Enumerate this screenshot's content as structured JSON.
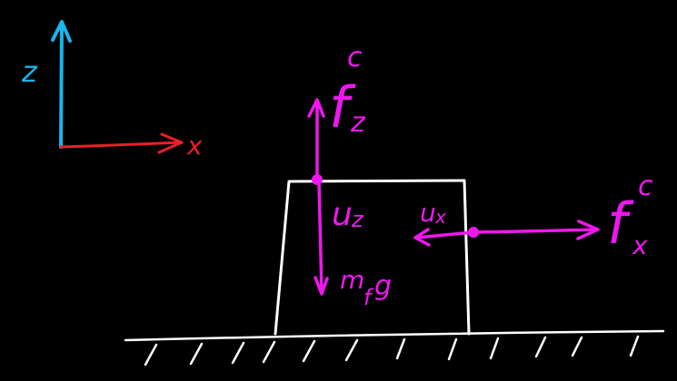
{
  "colors": {
    "background": "#000000",
    "z_axis": "#19b4ea",
    "x_axis": "#e8202a",
    "forces": "#ee18ee",
    "outline": "#ffffff"
  },
  "labels": {
    "axis_z": "z",
    "axis_x": "x",
    "fz_main": "f",
    "fz_sup": "c",
    "fz_sub": "z",
    "uz": "u",
    "uz_sub": "z",
    "ux": "u",
    "ux_sub": "x",
    "weight_m": "m",
    "weight_f": "f",
    "weight_g": "g",
    "fx_main": "f",
    "fx_sup": "c",
    "fx_sub": "x"
  }
}
